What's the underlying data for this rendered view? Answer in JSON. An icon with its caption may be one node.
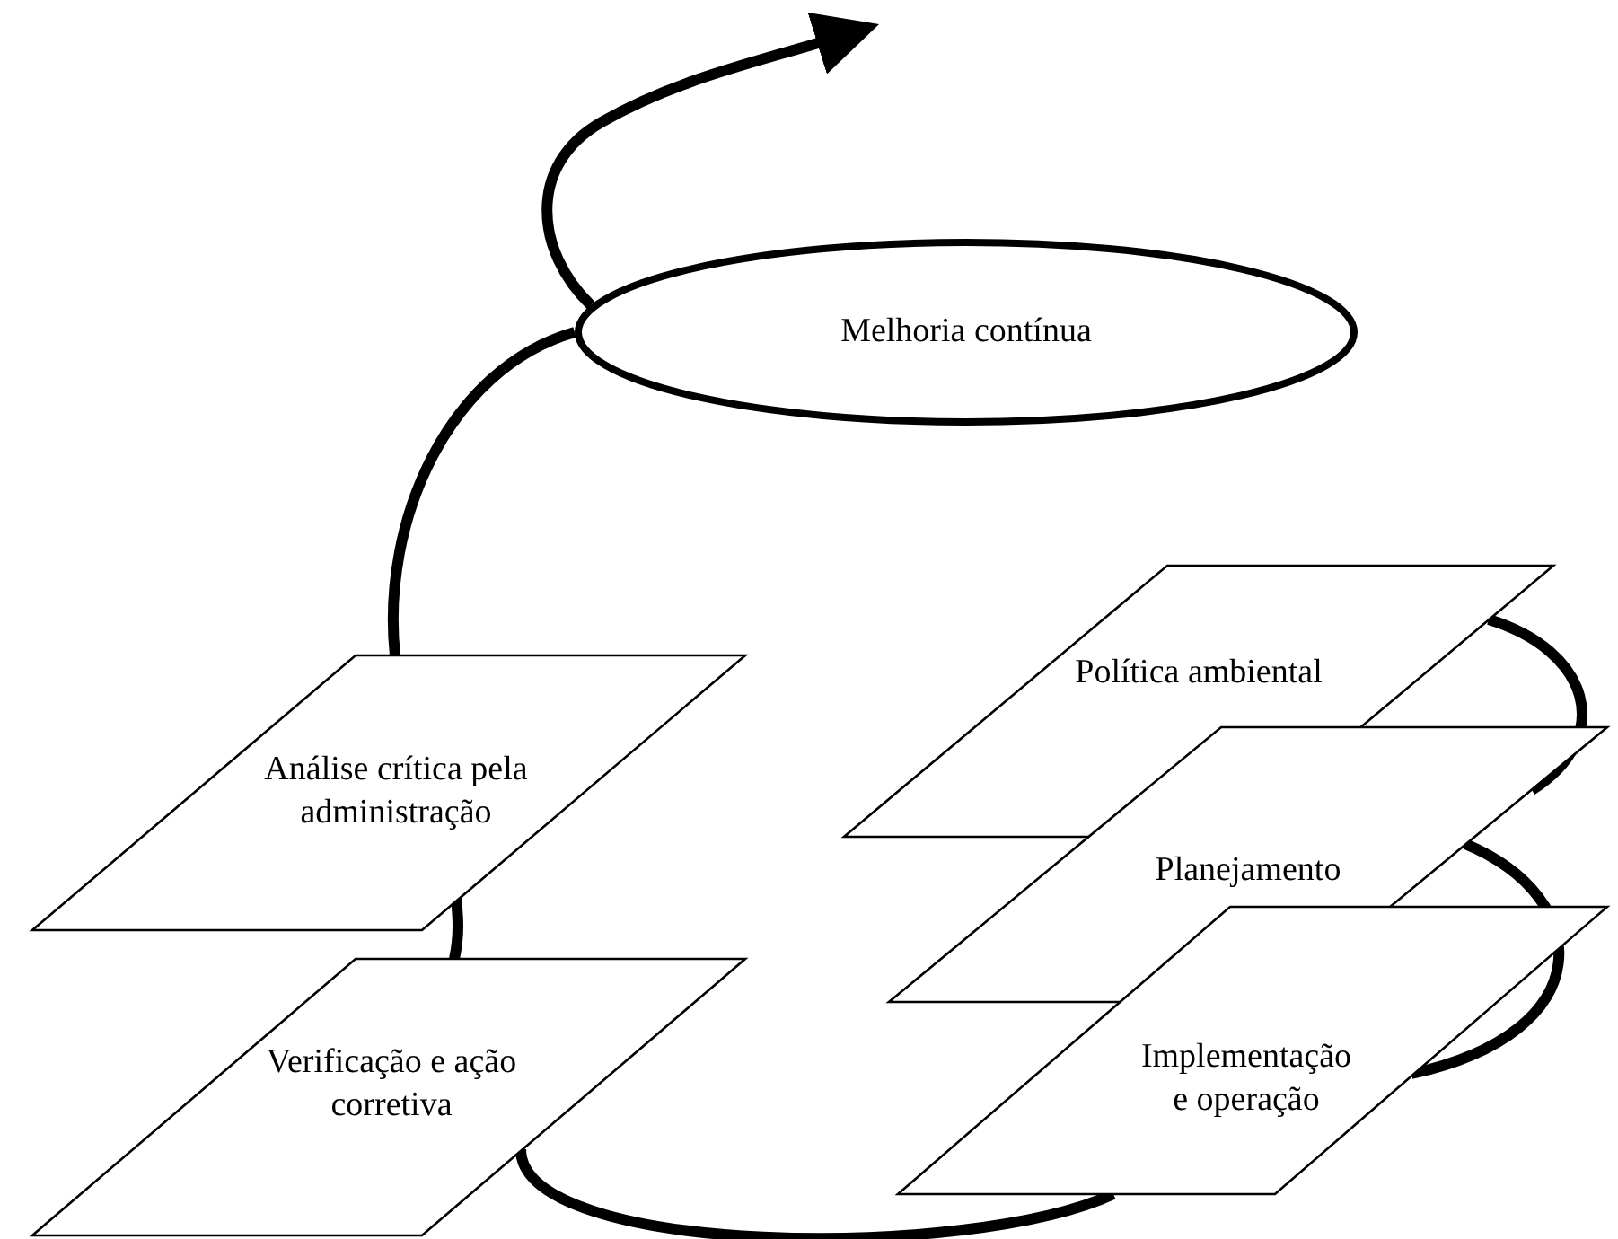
{
  "diagram": {
    "nodes": [
      {
        "text": [
          "Melhoria contínua"
        ]
      },
      {
        "text": [
          "Política ambiental"
        ]
      },
      {
        "text": [
          "Análise crítica pela administração"
        ]
      },
      {
        "text": [
          "Planejamento"
        ]
      },
      {
        "text": [
          "Verificação e ação corretiva"
        ]
      },
      {
        "text": [
          "Implementação e operação"
        ]
      }
    ],
    "edges": [
      {
        "from": 1,
        "to": 3,
        "arrow": "none"
      },
      {
        "from": 3,
        "to": 5,
        "arrow": "none"
      },
      {
        "from": 5,
        "to": 4,
        "arrow": "none"
      },
      {
        "from": 4,
        "to": 2,
        "arrow": "none"
      },
      {
        "from": 2,
        "to": 0,
        "arrow": "none"
      },
      {
        "from": 0,
        "to": null,
        "arrow": "to"
      }
    ]
  }
}
